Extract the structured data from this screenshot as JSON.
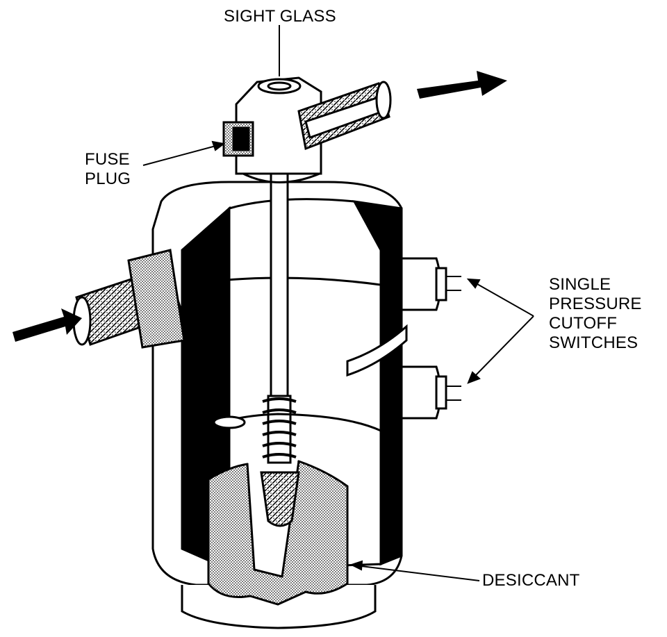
{
  "labels": {
    "sight_glass": "SIGHT GLASS",
    "fuse_plug": [
      "FUSE",
      "PLUG"
    ],
    "switches": [
      "SINGLE",
      "PRESSURE",
      "CUTOFF",
      "SWITCHES"
    ],
    "desiccant": "DESICCANT"
  },
  "colors": {
    "ink": "#000000",
    "paper": "#ffffff",
    "stipple": "#9a9a9a"
  }
}
